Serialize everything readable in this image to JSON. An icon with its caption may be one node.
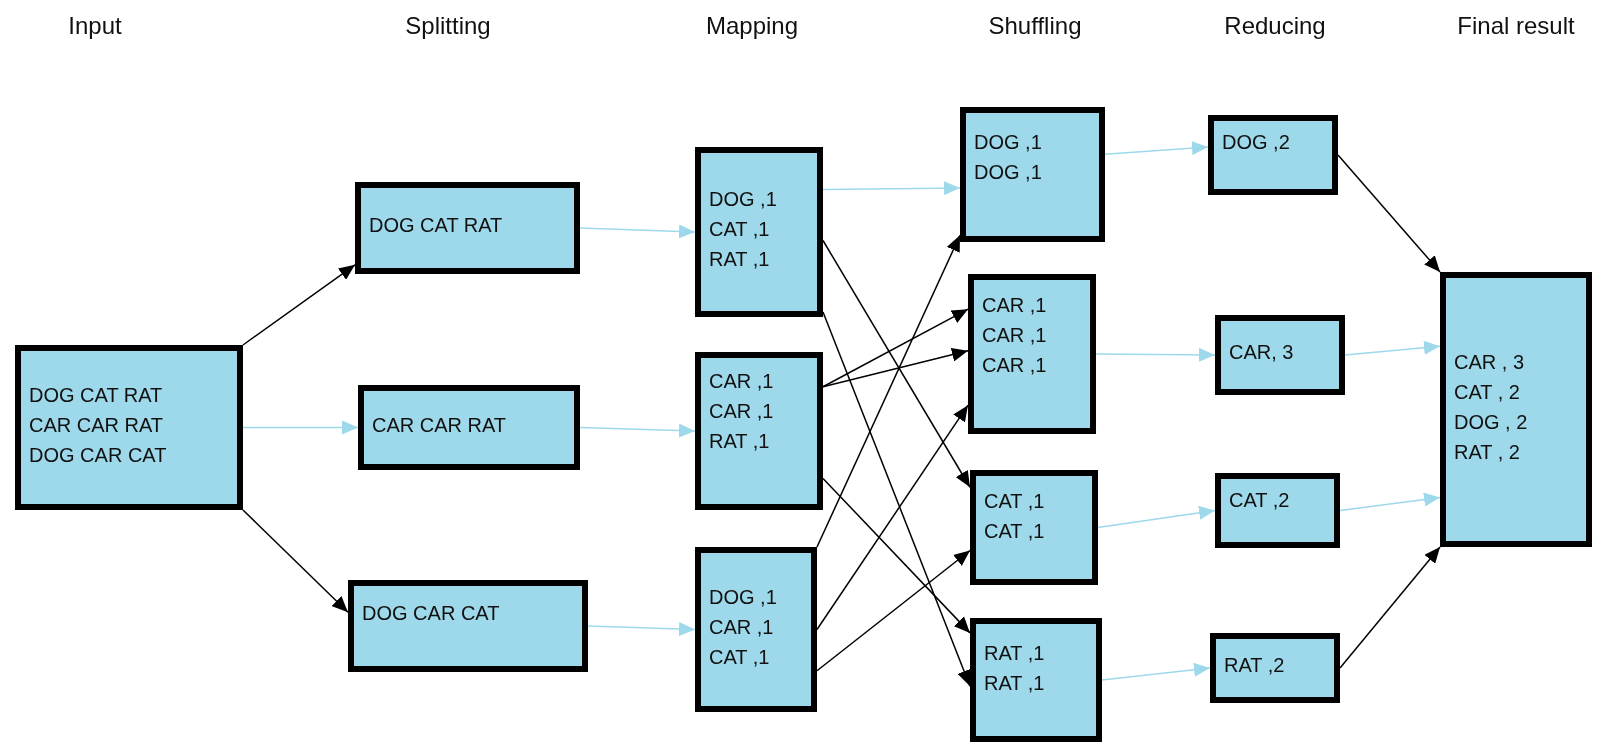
{
  "diagram": {
    "nodes": [
      {
        "text": [
          "DOG CAT RAT",
          "CAR CAR RAT",
          "DOG CAR CAT"
        ]
      },
      {
        "text": [
          "DOG CAT RAT"
        ]
      },
      {
        "text": [
          "CAR CAR RAT"
        ]
      },
      {
        "text": [
          "DOG CAR CAT"
        ]
      },
      {
        "text": [
          "DOG ,1",
          "CAT ,1",
          "RAT ,1"
        ]
      },
      {
        "text": [
          "CAR ,1",
          "CAR ,1",
          "RAT ,1"
        ]
      },
      {
        "text": [
          "DOG ,1",
          "CAR ,1",
          "CAT ,1"
        ]
      },
      {
        "text": [
          "DOG ,1",
          "DOG ,1"
        ]
      },
      {
        "text": [
          "CAR ,1",
          "CAR ,1",
          "CAR ,1"
        ]
      },
      {
        "text": [
          "CAT ,1",
          "CAT ,1"
        ]
      },
      {
        "text": [
          "RAT ,1",
          "RAT ,1"
        ]
      },
      {
        "text": [
          "DOG ,2"
        ]
      },
      {
        "text": [
          "CAR, 3"
        ]
      },
      {
        "text": [
          "CAT ,2"
        ]
      },
      {
        "text": [
          "RAT ,2"
        ]
      },
      {
        "text": [
          "CAR , 3",
          "CAT , 2",
          "DOG , 2",
          "RAT , 2"
        ]
      }
    ],
    "edges": [
      {
        "from": 0,
        "to": 1,
        "arrow": "to"
      },
      {
        "from": 0,
        "to": 2,
        "arrow": "to",
        "color": "#9dd9ea"
      },
      {
        "from": 0,
        "to": 3,
        "arrow": "to"
      },
      {
        "from": 1,
        "to": 4,
        "arrow": "to",
        "color": "#9dd9ea"
      },
      {
        "from": 2,
        "to": 5,
        "arrow": "to",
        "color": "#9dd9ea"
      },
      {
        "from": 3,
        "to": 6,
        "arrow": "to",
        "color": "#9dd9ea"
      },
      {
        "from": 4,
        "to": 7,
        "arrow": "to",
        "color": "#9dd9ea"
      },
      {
        "from": 4,
        "to": 9,
        "arrow": "to"
      },
      {
        "from": 4,
        "to": 10,
        "arrow": "to"
      },
      {
        "from": 5,
        "to": 8,
        "arrow": "to"
      },
      {
        "from": 5,
        "to": 8,
        "arrow": "to"
      },
      {
        "from": 5,
        "to": 10,
        "arrow": "to"
      },
      {
        "from": 6,
        "to": 7,
        "arrow": "to"
      },
      {
        "from": 6,
        "to": 8,
        "arrow": "to"
      },
      {
        "from": 6,
        "to": 9,
        "arrow": "to"
      },
      {
        "from": 7,
        "to": 11,
        "arrow": "to",
        "color": "#9dd9ea"
      },
      {
        "from": 8,
        "to": 12,
        "arrow": "to",
        "color": "#9dd9ea"
      },
      {
        "from": 9,
        "to": 13,
        "arrow": "to",
        "color": "#9dd9ea"
      },
      {
        "from": 10,
        "to": 14,
        "arrow": "to",
        "color": "#9dd9ea"
      },
      {
        "from": 11,
        "to": 15,
        "arrow": "to"
      },
      {
        "from": 12,
        "to": 15,
        "arrow": "to",
        "color": "#9dd9ea"
      },
      {
        "from": 13,
        "to": 15,
        "arrow": "to",
        "color": "#9dd9ea"
      },
      {
        "from": 14,
        "to": 15,
        "arrow": "to"
      }
    ],
    "labels": [
      "Input",
      "Splitting",
      "Mapping",
      "Shuffling",
      "Reducing",
      "Final result"
    ]
  }
}
